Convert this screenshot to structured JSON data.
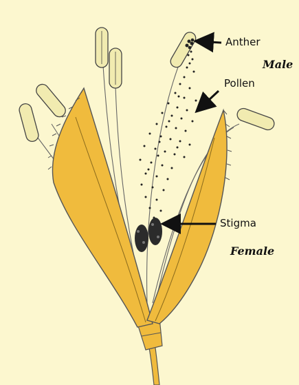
{
  "labels": {
    "anther": "Anther",
    "pollen": "Pollen",
    "stigma": "Stigma",
    "male": "Male",
    "female": "Female"
  },
  "colors": {
    "background": "#fcf7cf",
    "bract": "#f0bb3d",
    "anther": "#f1ebb0",
    "outline": "#333333"
  }
}
